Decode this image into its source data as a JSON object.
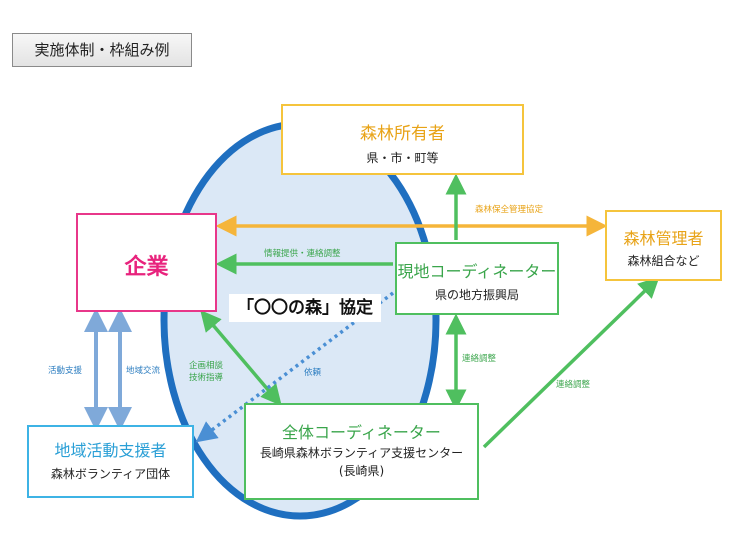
{
  "tag": "実施体制・枠組み例",
  "owner": {
    "title": "森林所有者",
    "sub": "県・市・町等"
  },
  "company": {
    "title": "企業"
  },
  "manager": {
    "title": "森林管理者",
    "sub": "森林組合など"
  },
  "local": {
    "title": "現地コーディネーター",
    "sub": "県の地方振興局"
  },
  "support": {
    "title": "地域活動支援者",
    "sub": "森林ボランティア団体"
  },
  "overall": {
    "title": "全体コーディネーター",
    "sub1": "長崎県森林ボランティア支援センター",
    "sub2": "(長崎県)"
  },
  "agreement": "「〇〇の森」協定",
  "labels": {
    "info": "情報提供・連絡調整",
    "mgmt_agreement": "森林保全管理協定",
    "activity_support": "活動支援",
    "regional_exchange": "地域交流",
    "planning_1": "企画相談",
    "planning_2": "技術指導",
    "request": "依頼",
    "coord_mid": "連絡調整",
    "coord_right": "連絡調整"
  },
  "colors": {
    "ellipse_stroke": "#1f6fc0",
    "ellipse_fill": "#dbe8f6",
    "green": "#4fbf5f",
    "orange": "#f5b53a",
    "blue_arrow": "#7fa9d9",
    "pink": "#e8378a"
  }
}
